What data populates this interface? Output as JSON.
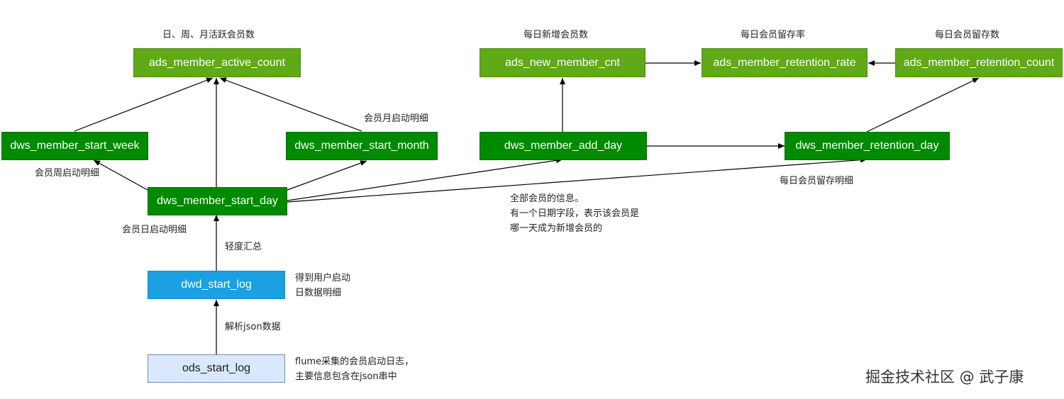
{
  "nodes": {
    "ads_active": "ads_member_active_count",
    "ads_new": "ads_new_member_cnt",
    "ads_rate": "ads_member_retention_rate",
    "ads_ret_count": "ads_member_retention_count",
    "dws_week": "dws_member_start_week",
    "dws_month": "dws_member_start_month",
    "dws_add": "dws_member_add_day",
    "dws_ret_day": "dws_member_retention_day",
    "dws_day": "dws_member_start_day",
    "dwd": "dwd_start_log",
    "ods": "ods_start_log"
  },
  "labels": {
    "active_title": "日、周、月活跃会员数",
    "new_title": "每日新增会员数",
    "rate_title": "每日会员留存率",
    "ret_count_title": "每日会员留存数",
    "month_desc": "会员月启动明细",
    "week_desc": "会员周启动明细",
    "day_desc": "会员日启动明细",
    "ret_day_desc": "每日会员留存明细",
    "add_desc": [
      "全部会员的信息。",
      "有一个日期字段，表示该会员是",
      "哪一天成为新增会员的"
    ],
    "light_agg": "轻度汇总",
    "dwd_desc": [
      "得到用户启动",
      "日数据明细"
    ],
    "parse_json": "解析json数据",
    "ods_desc": [
      "flume采集的会员启动日志，",
      "主要信息包含在json串中"
    ]
  },
  "watermark": "掘金技术社区 @ 武子康",
  "colors": {
    "ads": "#60a917",
    "dws": "#008a00",
    "dwd": "#1ba1e2",
    "ods": "#dae8fc",
    "edge": "#000000"
  }
}
